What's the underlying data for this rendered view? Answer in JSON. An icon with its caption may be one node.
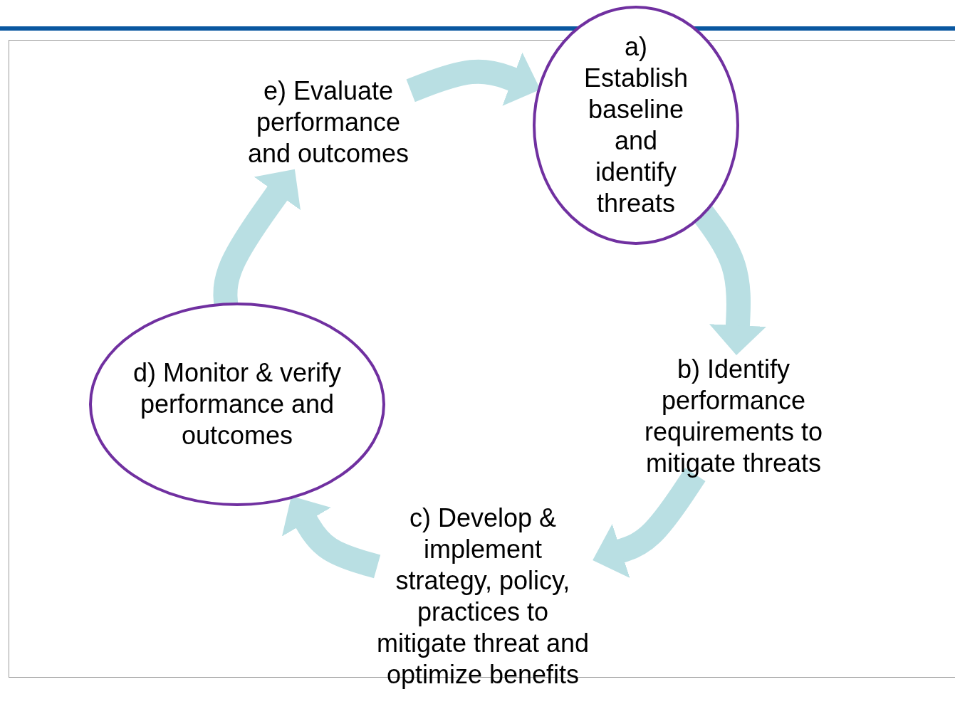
{
  "diagram": {
    "nodes": [
      {
        "text": [
          "a) Establish baseline and identify threats"
        ]
      },
      {
        "text": [
          "b) Identify performance requirements to mitigate threats"
        ]
      },
      {
        "text": [
          "c) Develop & implement strategy, policy, practices to mitigate threat and optimize benefits"
        ]
      },
      {
        "text": [
          "d) Monitor & verify performance and outcomes"
        ]
      },
      {
        "text": [
          "e) Evaluate performance and outcomes"
        ]
      }
    ],
    "edges": [
      {
        "from": 0,
        "to": 1,
        "arrow": "to"
      },
      {
        "from": 1,
        "to": 2,
        "arrow": "to"
      },
      {
        "from": 2,
        "to": 3,
        "arrow": "to"
      },
      {
        "from": 3,
        "to": 4,
        "arrow": "to"
      },
      {
        "from": 4,
        "to": 0,
        "arrow": "to"
      }
    ]
  }
}
